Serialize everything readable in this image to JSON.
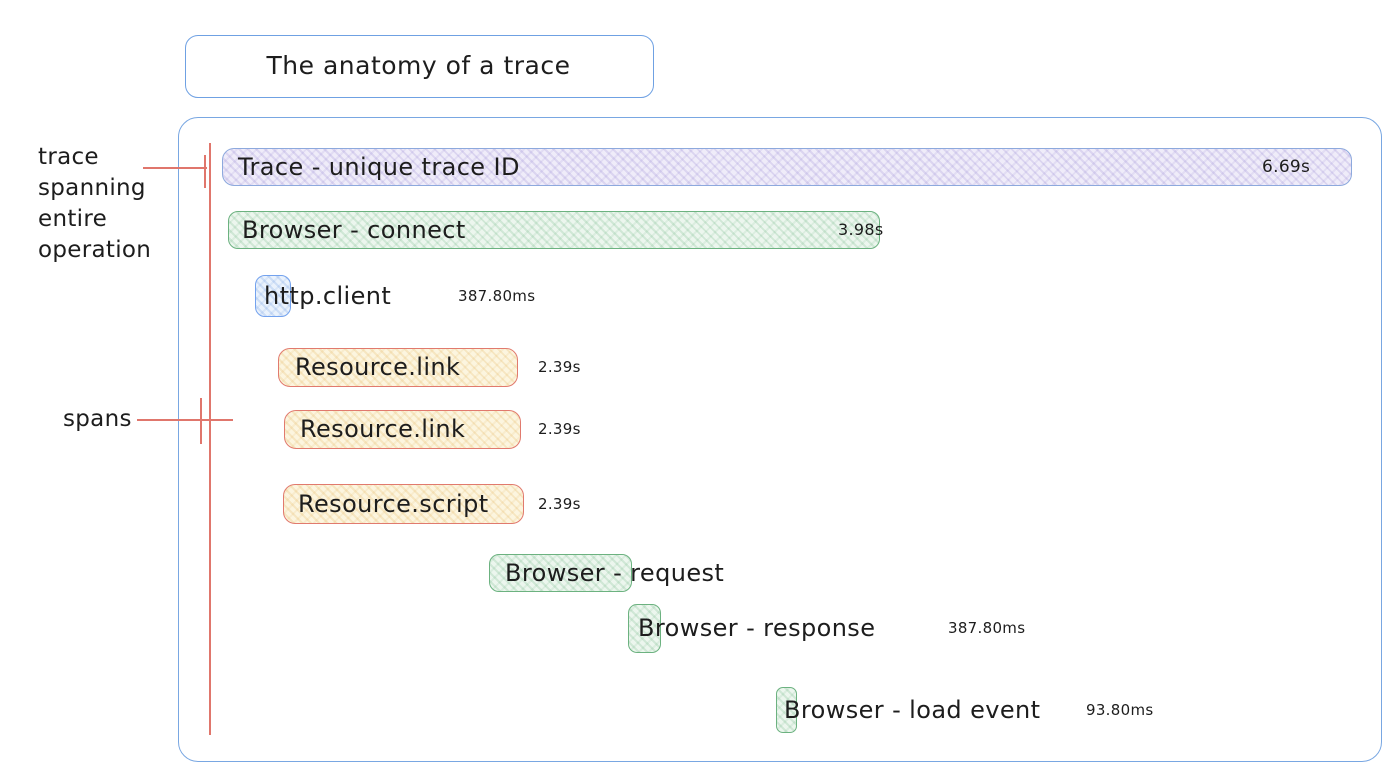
{
  "title": "The anatomy of a trace",
  "annotations": {
    "trace_label": "trace\nspanning\nentire\noperation",
    "spans_label": "spans"
  },
  "spans": [
    {
      "id": "trace",
      "label": "Trace - unique trace ID",
      "duration": "6.69s",
      "color": "purple"
    },
    {
      "id": "browser-connect",
      "label": "Browser - connect",
      "duration": "3.98s",
      "color": "green"
    },
    {
      "id": "http-client",
      "label": "http.client",
      "duration": "387.80ms",
      "color": "blue"
    },
    {
      "id": "resource-link-1",
      "label": "Resource.link",
      "duration": "2.39s",
      "color": "cream"
    },
    {
      "id": "resource-link-2",
      "label": "Resource.link",
      "duration": "2.39s",
      "color": "cream"
    },
    {
      "id": "resource-script",
      "label": "Resource.script",
      "duration": "2.39s",
      "color": "cream"
    },
    {
      "id": "browser-request",
      "label": "Browser - request",
      "duration": "",
      "color": "green"
    },
    {
      "id": "browser-response",
      "label": "Browser - response",
      "duration": "387.80ms",
      "color": "green"
    },
    {
      "id": "browser-load-event",
      "label": "Browser - load event",
      "duration": "93.80ms",
      "color": "green"
    }
  ],
  "colors": {
    "frame_border": "#79a7e2",
    "annotation_red": "#e0766c",
    "purple_fill": "#efecf9",
    "purple_border": "#8da9dd",
    "green_fill": "#ecf6ee",
    "green_border": "#6cb280",
    "blue_fill": "#eaf2fc",
    "blue_border": "#73a2ee",
    "cream_fill": "#fcf5df",
    "cream_border": "#e17a6e",
    "text": "#1d1d1d"
  }
}
